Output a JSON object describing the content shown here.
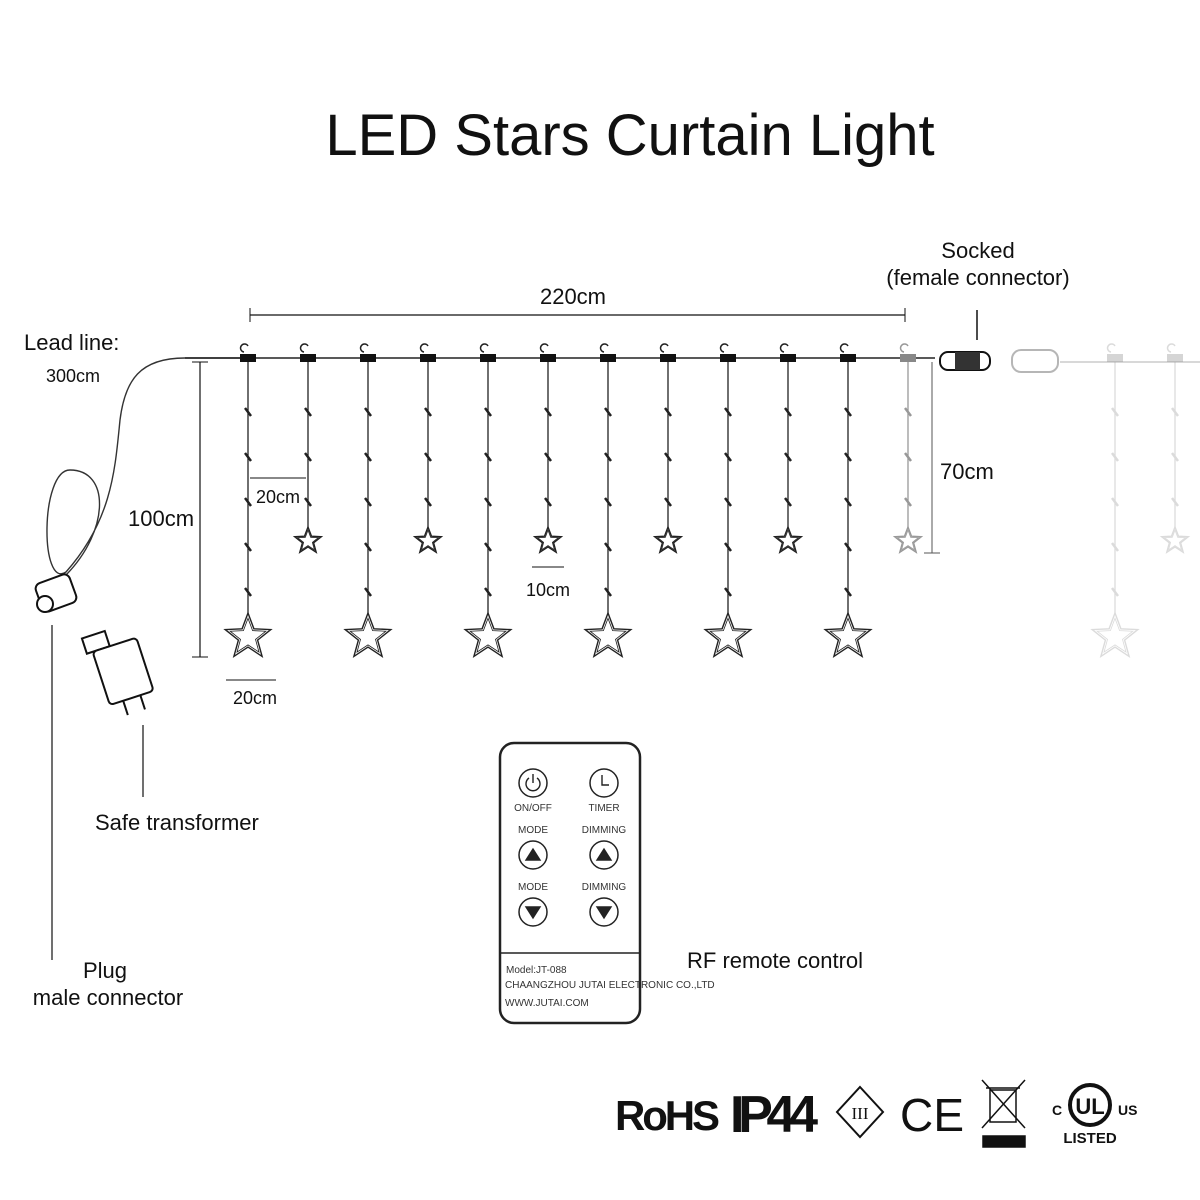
{
  "title": "LED Stars Curtain Light",
  "labels": {
    "lead_line": "Lead line:",
    "lead_length": "300cm",
    "width": "220cm",
    "height": "100cm",
    "strand_spacing": "20cm",
    "star_spacing": "10cm",
    "big_star_size": "20cm",
    "short_strand": "70cm",
    "socket_line1": "Socked",
    "socket_line2": "(female connector)",
    "transformer": "Safe transformer",
    "plug_line1": "Plug",
    "plug_line2": "male connector",
    "remote": "RF remote control"
  },
  "remote": {
    "buttons": [
      {
        "label": "ON/OFF",
        "icon": "power-icon"
      },
      {
        "label": "TIMER",
        "icon": "clock-icon"
      },
      {
        "label": "MODE",
        "icon": "arrow-up-icon"
      },
      {
        "label": "DIMMING",
        "icon": "arrow-up-icon"
      },
      {
        "label": "MODE",
        "icon": "arrow-down-icon"
      },
      {
        "label": "DIMMING",
        "icon": "arrow-down-icon"
      }
    ],
    "model": "Model:JT-088",
    "company": "CHAANGZHOU JUTAI ELECTRONIC CO.,LTD",
    "website": "WWW.JUTAI.COM"
  },
  "certifications": {
    "rohs": "RoHS",
    "ip": "IP44",
    "class": "III",
    "ce": "CE",
    "ul_c": "C",
    "ul": "UL",
    "ul_us": "US",
    "ul_listed": "LISTED"
  }
}
